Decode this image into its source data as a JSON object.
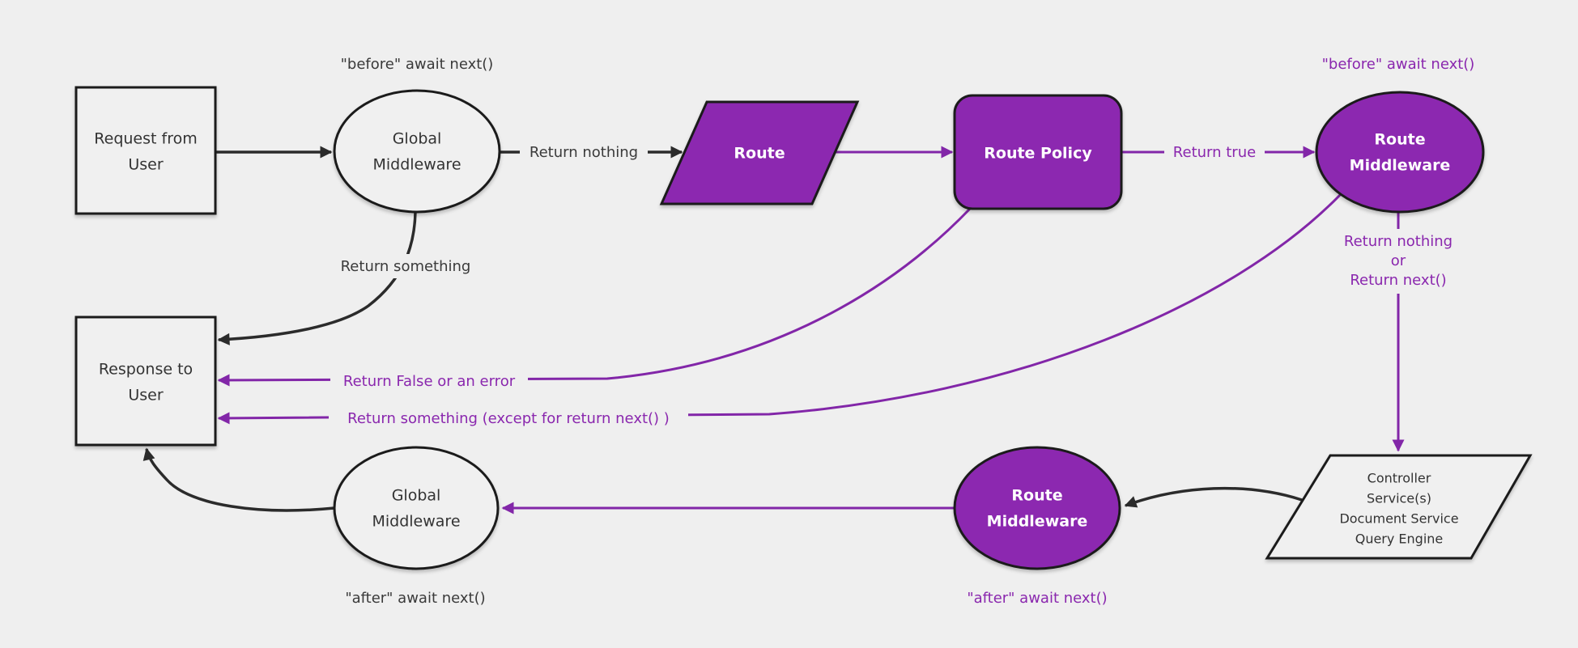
{
  "diagram": {
    "colors": {
      "background": "#efefef",
      "purple_fill": "#8c28b0",
      "purple_line": "#8226a8",
      "purple_text": "#8a27ae",
      "dark_line": "#2b2b2b",
      "node_border": "#1b1b1b",
      "dark_text": "#333333",
      "white_text": "#ffffff",
      "light_fill": "#f0f0f0"
    },
    "nodes": {
      "request": {
        "lines": [
          "Request from",
          "User"
        ]
      },
      "global_middleware_top": {
        "lines": [
          "Global",
          "Middleware"
        ]
      },
      "route": {
        "label": "Route"
      },
      "route_policy": {
        "label": "Route Policy"
      },
      "route_middleware_top": {
        "lines": [
          "Route",
          "Middleware"
        ]
      },
      "controller_services": {
        "lines": [
          "Controller",
          "Service(s)",
          "Document Service",
          "Query Engine"
        ]
      },
      "route_middleware_bottom": {
        "lines": [
          "Route",
          "Middleware"
        ]
      },
      "global_middleware_bottom": {
        "lines": [
          "Global",
          "Middleware"
        ]
      },
      "response": {
        "lines": [
          "Response to",
          "User"
        ]
      }
    },
    "edge_labels": {
      "before_global": "\"before\" await next()",
      "return_nothing": "Return nothing",
      "return_true": "Return true",
      "before_route": "\"before\" await next()",
      "return_nothing_or": [
        "Return nothing",
        "or",
        "Return next()"
      ],
      "return_something": "Return something",
      "return_false": "Return False or an error",
      "return_something_except": "Return something (except for return next() )",
      "after_route": "\"after\" await next()",
      "after_global": "\"after\" await next()"
    }
  }
}
